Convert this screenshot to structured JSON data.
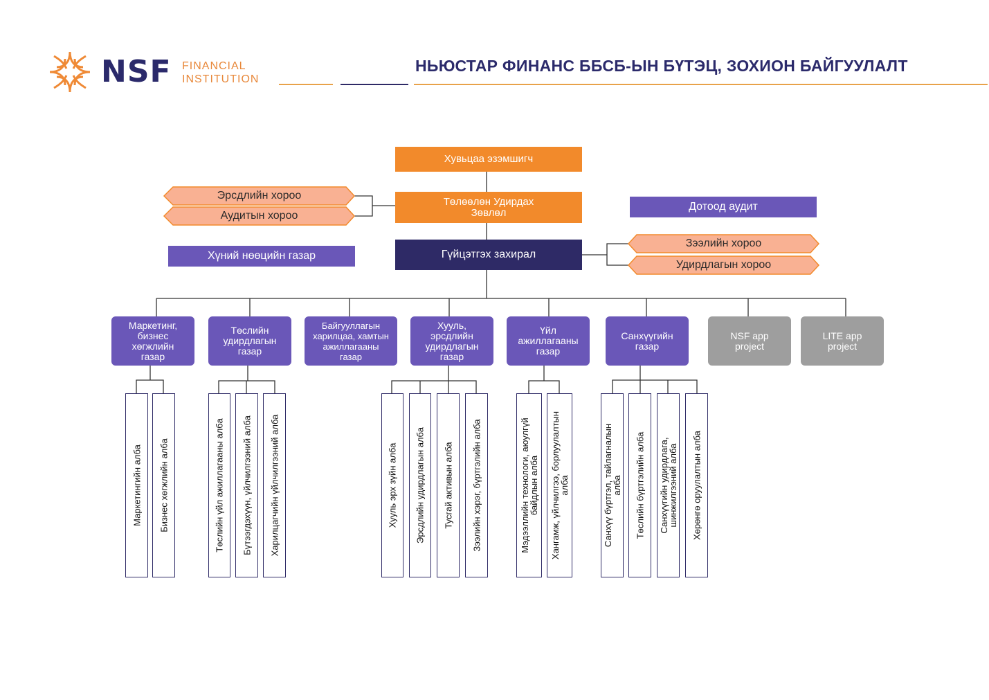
{
  "header": {
    "logo_name": "NSF",
    "logo_sub_line1": "FINANCIAL",
    "logo_sub_line2": "INSTITUTION",
    "title": "НЬЮСТАР ФИНАНС ББСБ-ЫН БҮТЭЦ, ЗОХИОН БАЙГУУЛАЛТ"
  },
  "colors": {
    "orange": "#f28a2b",
    "navy": "#2e2a66",
    "purple": "#6a57b8",
    "peach": "#f9b193",
    "gray": "#9e9e9e"
  },
  "top": {
    "shareholder": "Хувьцаа эзэмшигч",
    "board_line1": "Төлөөлөн Удирдах",
    "board_line2": "Зөвлөл",
    "ceo": "Гүйцэтгэх захирал",
    "internal_audit": "Дотоод аудит",
    "hr": "Хүний нөөцийн газар",
    "risk_committee": "Эрсдлийн хороо",
    "audit_committee": "Аудитын хороо",
    "loan_committee": "Зээлийн хороо",
    "management_committee": "Удирдлагын хороо"
  },
  "departments": [
    {
      "name": "Маркетинг, бизнес хөгжлийн газар",
      "lines": [
        "Маркетинг,",
        "бизнес",
        "хөгжлийн",
        "газар"
      ],
      "units": [
        "Маркетингийн алба",
        "Бизнес хөгжлийн алба"
      ]
    },
    {
      "name": "Төслийн удирдлагын газар",
      "lines": [
        "Төслийн",
        "удирдлагын",
        "газар"
      ],
      "units": [
        "Төслийн үйл ажиллагааны алба",
        "Бүтээгдэхүүн, үйлчилгээний алба",
        "Харилцагчийн үйлчилгээний алба"
      ]
    },
    {
      "name": "Байгууллагын харилцаа, хамтын ажиллагааны газар",
      "lines": [
        "Байгууллагын",
        "харилцаа, хамтын",
        "ажиллагааны",
        "газар"
      ],
      "units": []
    },
    {
      "name": "Хууль, эрсдлийн удирдлагын газар",
      "lines": [
        "Хууль,",
        "эрсдлийн",
        "удирдлагын",
        "газар"
      ],
      "units": [
        "Хууль эрх зүйн алба",
        "Эрсдлийн удирдлагын алба",
        "Тусгай активын алба",
        "Зээлийн хэрэг, бүртгэлийн алба"
      ]
    },
    {
      "name": "Үйл ажиллагааны газар",
      "lines": [
        "Үйл",
        "ажиллагааны",
        "газар"
      ],
      "units": [
        "Мэдээллийн технологи, аюулгүй байдлын алба",
        "Хангамж, үйлчилгээ, борлуулалтын алба"
      ]
    },
    {
      "name": "Санхүүгийн газар",
      "lines": [
        "Санхүүгийн",
        "газар"
      ],
      "units": [
        "Санхүү бүртгэл, тайлагналын алба",
        "Төслийн бүртгэлийн алба",
        "Санхүүгийн удирдлага, шинжилгээний алба",
        "Хөрөнгө оруулалтын алба"
      ]
    },
    {
      "name": "NSF app project",
      "lines": [
        "NSF app",
        "project"
      ],
      "units": []
    },
    {
      "name": "LITE app project",
      "lines": [
        "LITE app",
        "project"
      ],
      "units": []
    }
  ],
  "unit_lines": {
    "mt_it": [
      "Мэдээллийн технологи, аюулгүй",
      "байдлын алба"
    ],
    "supply": [
      "Хангамж, үйлчилгээ, борлуулалтын",
      "алба"
    ],
    "fin_report": [
      "Санхүү бүртгэл, тайлагналын",
      "алба"
    ],
    "fin_mgmt": [
      "Санхүүгийн удирдлага,",
      "шинжилгээний алба"
    ]
  }
}
